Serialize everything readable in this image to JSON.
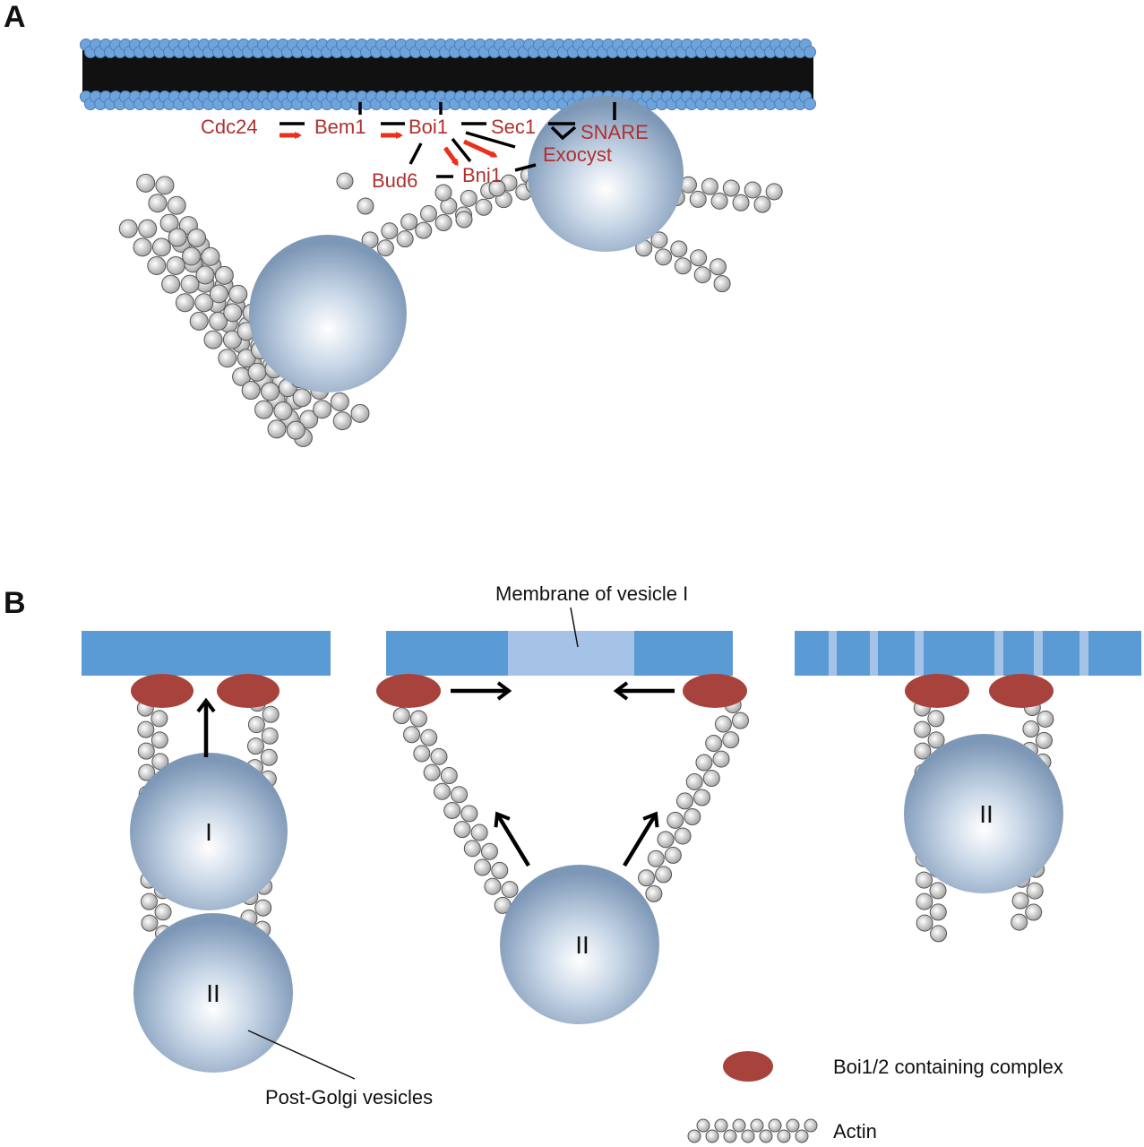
{
  "panel_a": {
    "letter": "A",
    "proteins": {
      "cdc24": "Cdc24",
      "bem1": "Bem1",
      "boi1": "Boi1",
      "sec1": "Sec1",
      "snare": "SNARE",
      "exocyst": "Exocyst",
      "bud6": "Bud6",
      "bni1": "Bni1"
    }
  },
  "panel_b": {
    "letter": "B",
    "membrane_label": "Membrane of vesicle I",
    "vesicle_labels": {
      "left_top": "I",
      "left_bottom": "II",
      "middle": "II",
      "right": "II"
    },
    "post_golgi_label": "Post-Golgi vesicles"
  },
  "legend": {
    "complex_label": "Boi1/2 containing complex",
    "actin_label": "Actin"
  },
  "colors": {
    "membrane_blue": "#5b9bd5",
    "membrane_light": "#a4c3e6",
    "complex_red": "#a8423c",
    "protein_text": "#b03030",
    "arrow_red": "#e8301c"
  }
}
